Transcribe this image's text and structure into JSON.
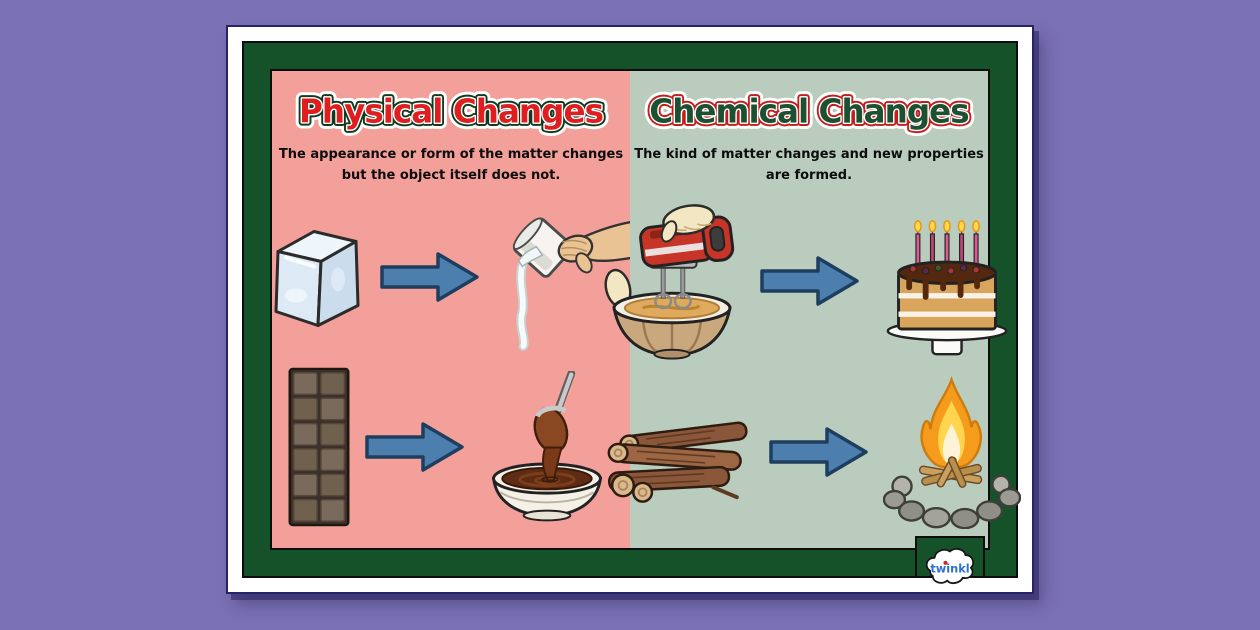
{
  "poster": {
    "left_panel": {
      "title": "Physical Changes",
      "subtitle": "The appearance or form of the matter changes but the object itself does not.",
      "examples": [
        {
          "from_icon": "ice-cube",
          "to_icon": "water-poured-from-glass"
        },
        {
          "from_icon": "chocolate-bar",
          "to_icon": "melted-chocolate-in-bowl"
        }
      ]
    },
    "right_panel": {
      "title": "Chemical Changes",
      "subtitle": "The kind of matter changes and new properties are formed.",
      "examples": [
        {
          "from_icon": "mixing-cake-batter",
          "to_icon": "baked-birthday-cake"
        },
        {
          "from_icon": "wood-logs",
          "to_icon": "burning-campfire"
        }
      ]
    },
    "arrow_icon": "transform-arrow",
    "footer": {
      "logo_text": "twinkl"
    },
    "colors": {
      "page_background": "#7a70b4",
      "left_panel_background": "#f4a09a",
      "right_panel_background": "#b9ccbe",
      "frame_green": "#15522a",
      "title_red": "#df1f1f",
      "title_green": "#1d5030",
      "arrow_blue": "#4d7fae",
      "arrow_outline": "#1e3e60"
    }
  }
}
